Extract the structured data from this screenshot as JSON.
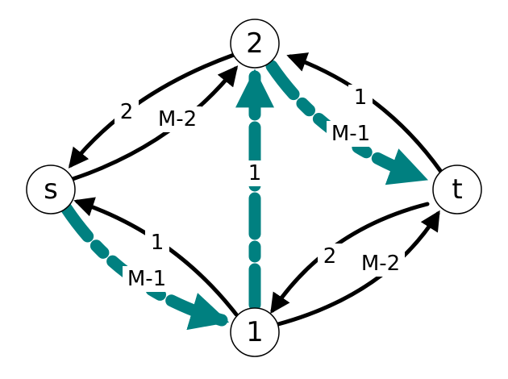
{
  "colors": {
    "flow": "#008080",
    "edge": "#000000",
    "node_fill": "#ffffff"
  },
  "nodes": {
    "s": {
      "label": "s"
    },
    "t": {
      "label": "t"
    },
    "n1": {
      "label": "1"
    },
    "n2": {
      "label": "2"
    }
  },
  "edges": [
    {
      "from": "2",
      "to": "s",
      "label": "2",
      "flow": false
    },
    {
      "from": "s",
      "to": "2",
      "label": "M-2",
      "flow": false
    },
    {
      "from": "t",
      "to": "2",
      "label": "1",
      "flow": false
    },
    {
      "from": "2",
      "to": "t",
      "label": "M-1",
      "flow": true
    },
    {
      "from": "1",
      "to": "2",
      "label": "1",
      "flow": true
    },
    {
      "from": "1",
      "to": "s",
      "label": "1",
      "flow": false
    },
    {
      "from": "s",
      "to": "1",
      "label": "M-1",
      "flow": true
    },
    {
      "from": "t",
      "to": "1",
      "label": "2",
      "flow": false
    },
    {
      "from": "1",
      "to": "t",
      "label": "M-2",
      "flow": false
    }
  ]
}
